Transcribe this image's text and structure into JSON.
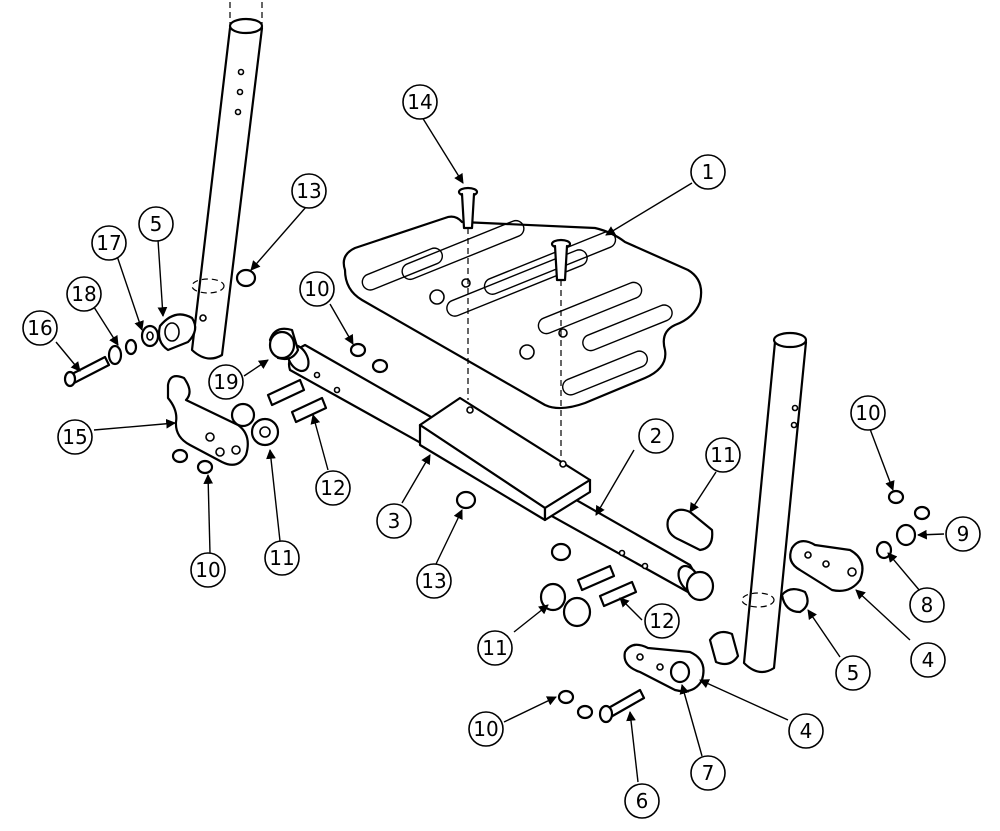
{
  "colors": {
    "line": "#000000",
    "background": "#ffffff"
  },
  "callouts": [
    {
      "id": "c1",
      "label": "1"
    },
    {
      "id": "c2",
      "label": "2"
    },
    {
      "id": "c3",
      "label": "3"
    },
    {
      "id": "c4a",
      "label": "4"
    },
    {
      "id": "c4b",
      "label": "4"
    },
    {
      "id": "c5a",
      "label": "5"
    },
    {
      "id": "c5b",
      "label": "5"
    },
    {
      "id": "c6",
      "label": "6"
    },
    {
      "id": "c7",
      "label": "7"
    },
    {
      "id": "c8",
      "label": "8"
    },
    {
      "id": "c9",
      "label": "9"
    },
    {
      "id": "c10a",
      "label": "10"
    },
    {
      "id": "c10b",
      "label": "10"
    },
    {
      "id": "c10c",
      "label": "10"
    },
    {
      "id": "c10d",
      "label": "10"
    },
    {
      "id": "c11a",
      "label": "11"
    },
    {
      "id": "c11b",
      "label": "11"
    },
    {
      "id": "c11c",
      "label": "11"
    },
    {
      "id": "c12a",
      "label": "12"
    },
    {
      "id": "c12b",
      "label": "12"
    },
    {
      "id": "c13a",
      "label": "13"
    },
    {
      "id": "c13b",
      "label": "13"
    },
    {
      "id": "c14",
      "label": "14"
    },
    {
      "id": "c15",
      "label": "15"
    },
    {
      "id": "c16",
      "label": "16"
    },
    {
      "id": "c17",
      "label": "17"
    },
    {
      "id": "c18",
      "label": "18"
    },
    {
      "id": "c19",
      "label": "19"
    }
  ]
}
